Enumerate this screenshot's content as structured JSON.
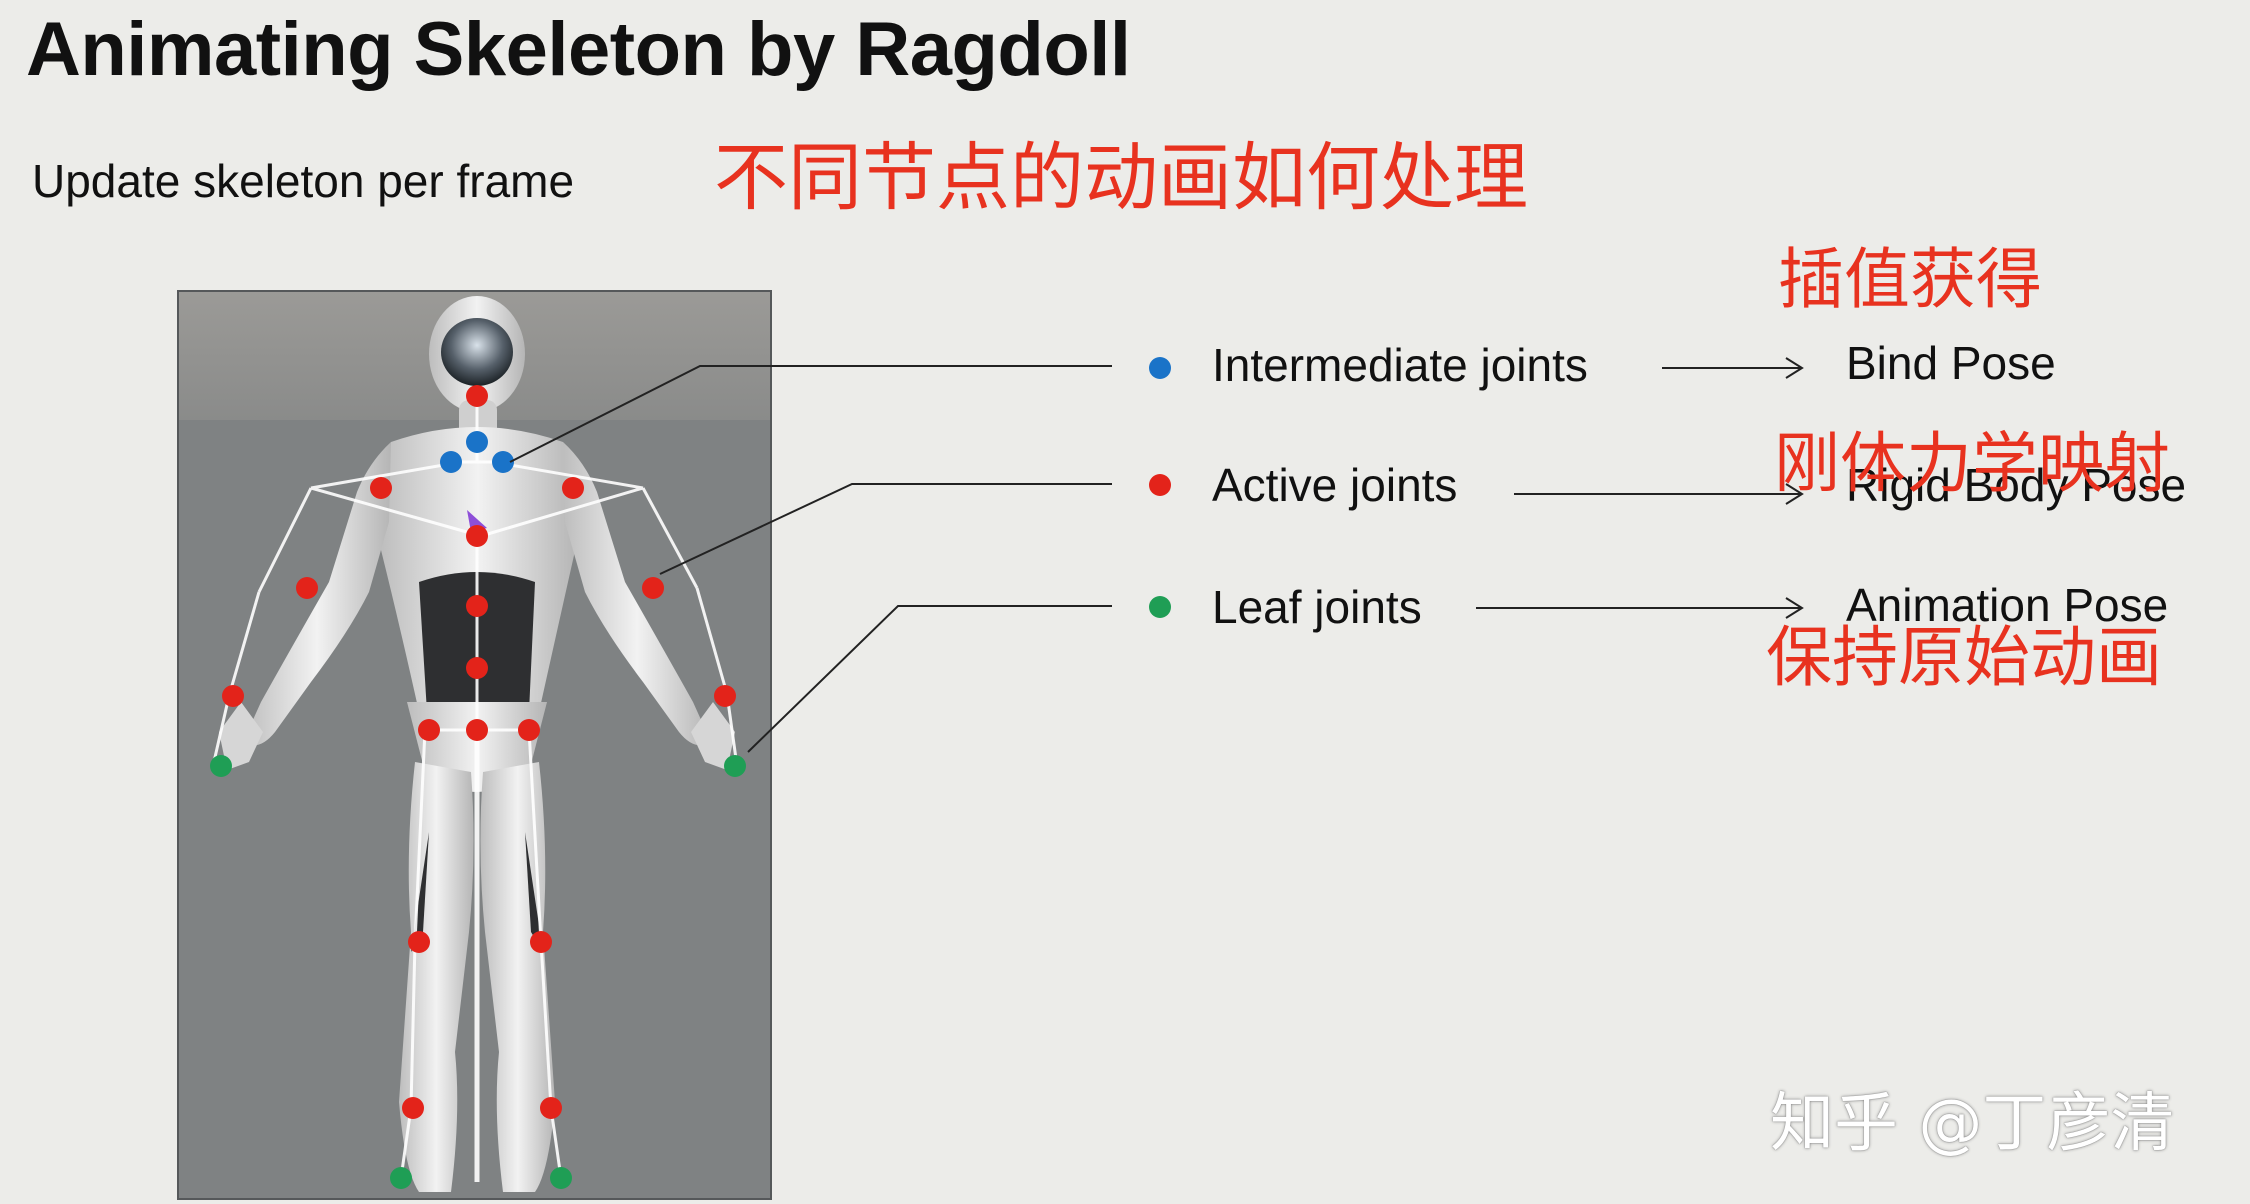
{
  "slide": {
    "title": "Animating Skeleton by Ragdoll",
    "subtitle": "Update skeleton per frame"
  },
  "annotations": {
    "header_cn": "不同节点的动画如何处理",
    "interp_cn": "插值获得",
    "rigid_cn": "刚体力学映射",
    "keep_cn": "保持原始动画"
  },
  "legend": [
    {
      "label": "Intermediate joints",
      "color": "#1a73c8",
      "pose": "Bind Pose"
    },
    {
      "label": "Active joints",
      "color": "#e3231a",
      "pose": "Rigid Body Pose"
    },
    {
      "label": "Leaf joints",
      "color": "#1f9e55",
      "pose": "Animation Pose"
    }
  ],
  "colors": {
    "intermediate": "#1a73c8",
    "active": "#e3231a",
    "leaf": "#1f9e55",
    "annotation": "#e8321f"
  },
  "watermark": "知乎 @丁彦清"
}
